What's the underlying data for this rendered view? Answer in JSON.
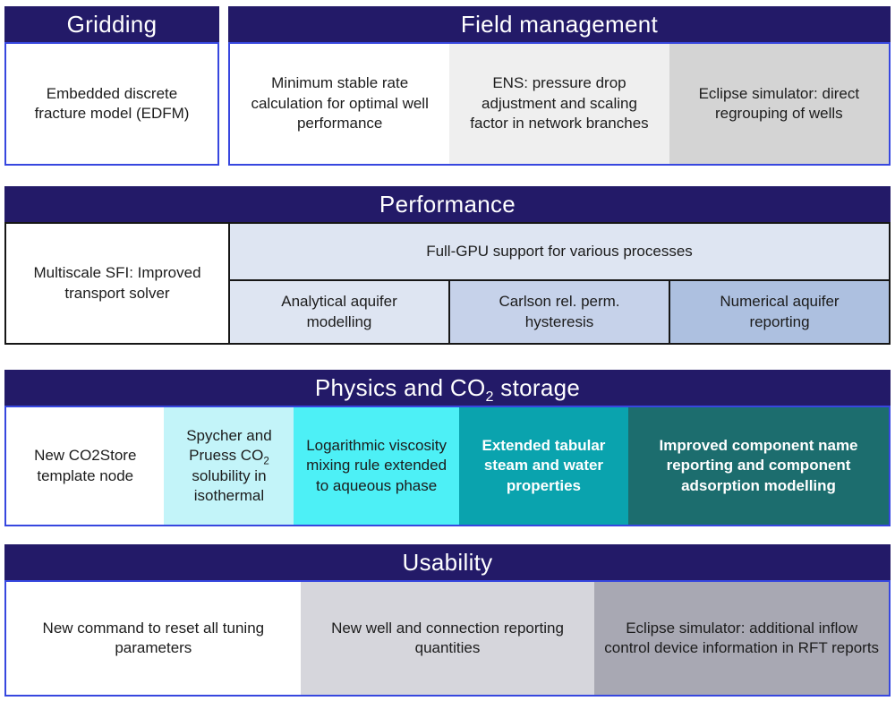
{
  "colors": {
    "header_bg": "#231a68",
    "header_text": "#ffffff",
    "border_blue": "#3747df",
    "border_dark": "#161616",
    "white_cell_bg": "#ffffff",
    "fm_cell2_bg": "#efefef",
    "fm_cell3_bg": "#d4d4d4",
    "perf_gpu_bg": "#dee5f2",
    "perf_cell1_bg": "#dee5f2",
    "perf_cell2_bg": "#c6d2ea",
    "perf_cell3_bg": "#adc0e0",
    "phys_cell2_bg": "#c3f4f9",
    "phys_cell3_bg": "#4df0f6",
    "phys_cell4_bg": "#0aa3ae",
    "phys_cell5_bg": "#1c6d6e",
    "usab_cell2_bg": "#d6d6dc",
    "usab_cell3_bg": "#a8a8b3"
  },
  "sections": {
    "gridding": {
      "title": "Gridding",
      "cells": [
        {
          "text": "Embedded discrete fracture model (EDFM)"
        }
      ]
    },
    "field_management": {
      "title": "Field management",
      "cells": [
        {
          "text": "Minimum stable rate calculation for optimal well performance"
        },
        {
          "text": "ENS: pressure drop adjustment and scaling factor in network branches"
        },
        {
          "text": "Eclipse simulator: direct regrouping of wells"
        }
      ]
    },
    "performance": {
      "title": "Performance",
      "left_cell": {
        "text": "Multiscale SFI: Improved transport solver"
      },
      "gpu_cell": {
        "text": "Full-GPU support for various processes"
      },
      "cells": [
        {
          "text": "Analytical aquifer modelling"
        },
        {
          "text": "Carlson rel. perm. hysteresis"
        },
        {
          "text": "Numerical aquifer reporting"
        }
      ]
    },
    "physics": {
      "title": {
        "pre": "Physics and CO",
        "sub": "2",
        "post": " storage"
      },
      "cells": [
        {
          "text": "New CO2Store template node"
        },
        {
          "pre": "Spycher and Pruess CO",
          "sub": "2",
          "post": " solubility in isothermal"
        },
        {
          "text": "Logarithmic viscosity mixing rule extended to aqueous phase"
        },
        {
          "text": "Extended tabular steam and water properties"
        },
        {
          "text": "Improved component name reporting and component adsorption modelling"
        }
      ]
    },
    "usability": {
      "title": "Usability",
      "cells": [
        {
          "text": "New command to reset all tuning parameters"
        },
        {
          "text": "New well and connection reporting quantities"
        },
        {
          "text": "Eclipse simulator: additional inflow control device information in RFT reports"
        }
      ]
    }
  }
}
